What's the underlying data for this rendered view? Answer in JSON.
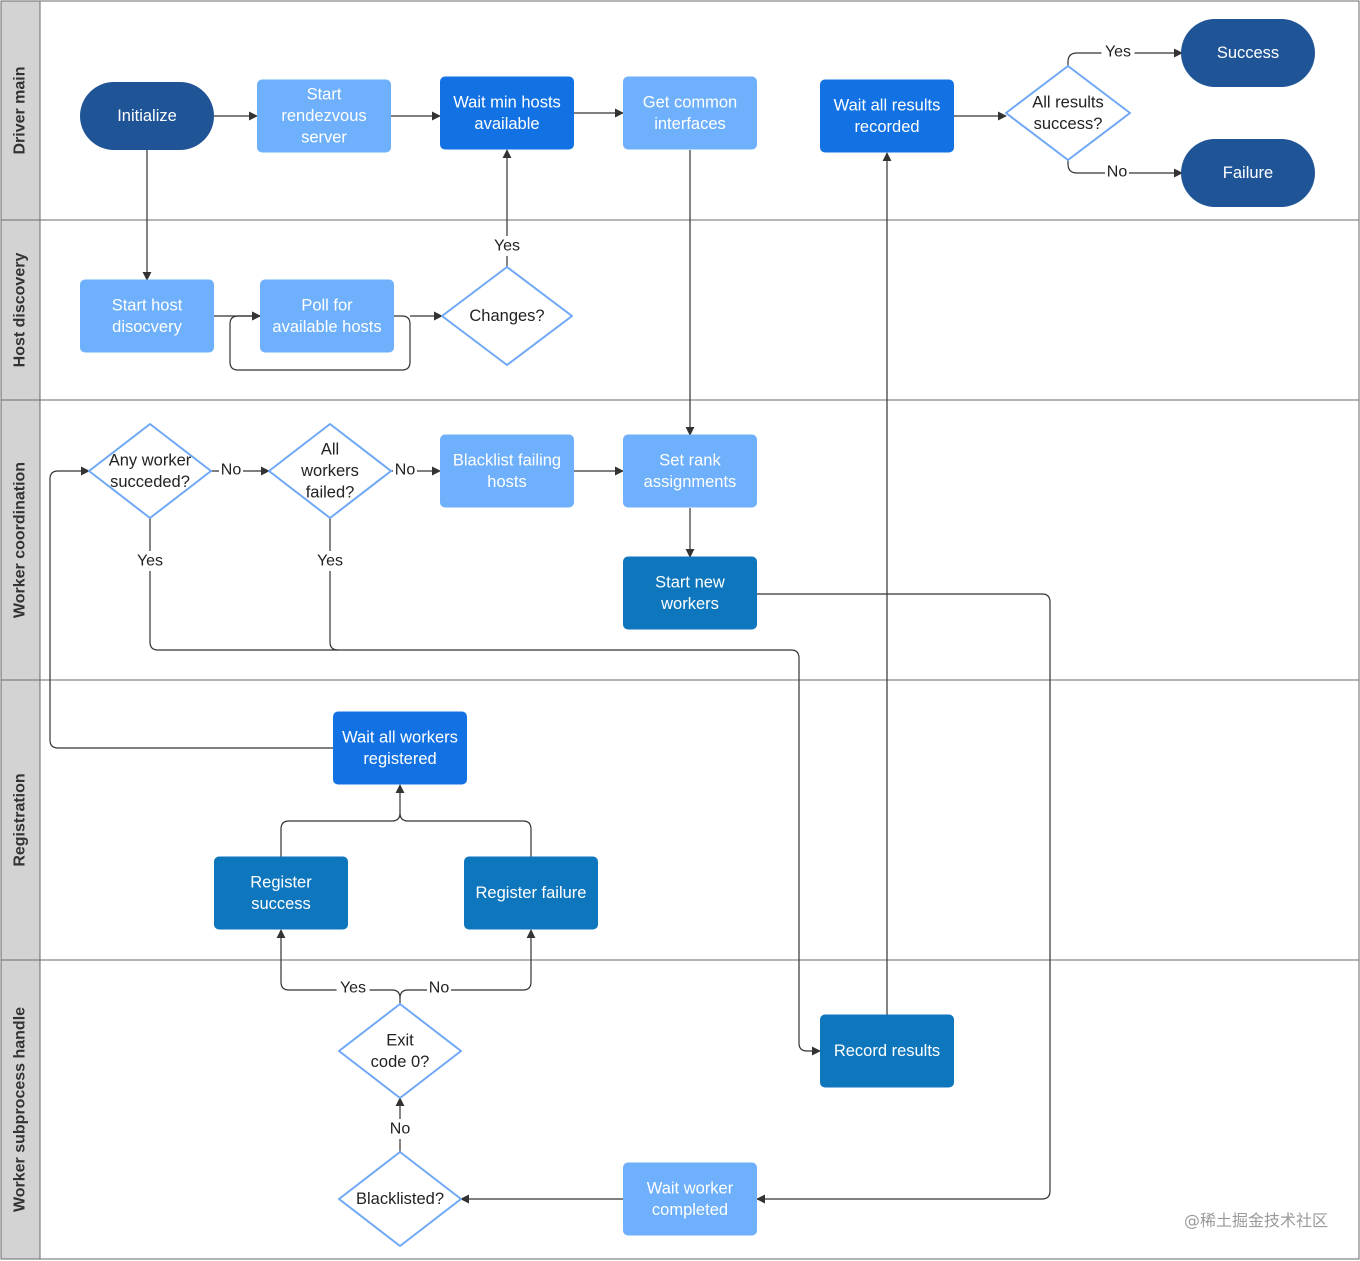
{
  "colors": {
    "terminal": "#1f5597",
    "light_process": "#6eb0fb",
    "primary_process": "#1272e3",
    "teal_process": "#0e76bd",
    "decision_border": "#6fa8f5",
    "lane_header": "#d3d3d3",
    "connector": "#333333"
  },
  "lanes": [
    {
      "id": "driver",
      "title": "Driver main"
    },
    {
      "id": "discovery",
      "title": "Host discovery"
    },
    {
      "id": "coordination",
      "title": "Worker coordination"
    },
    {
      "id": "registration",
      "title": "Registration"
    },
    {
      "id": "subprocess",
      "title": "Worker subprocess handle"
    }
  ],
  "nodes": {
    "initialize": {
      "kind": "terminal",
      "lines": [
        "Initialize"
      ]
    },
    "start_rendezvous": {
      "kind": "light",
      "lines": [
        "Start",
        "rendezvous",
        "server"
      ]
    },
    "wait_min_hosts": {
      "kind": "primary",
      "lines": [
        "Wait min hosts",
        "available"
      ]
    },
    "get_common_interfaces": {
      "kind": "light",
      "lines": [
        "Get common",
        "interfaces"
      ]
    },
    "wait_all_results": {
      "kind": "primary",
      "lines": [
        "Wait all results",
        "recorded"
      ]
    },
    "all_results_success": {
      "kind": "decision",
      "lines": [
        "All results",
        "success?"
      ]
    },
    "success": {
      "kind": "terminal",
      "lines": [
        "Success"
      ]
    },
    "failure": {
      "kind": "terminal",
      "lines": [
        "Failure"
      ]
    },
    "start_host_discovery": {
      "kind": "light",
      "lines": [
        "Start host",
        "disocvery"
      ]
    },
    "poll_hosts": {
      "kind": "light",
      "lines": [
        "Poll for",
        "available hosts"
      ]
    },
    "changes": {
      "kind": "decision",
      "lines": [
        "Changes?"
      ]
    },
    "any_worker_succeeded": {
      "kind": "decision",
      "lines": [
        "Any worker",
        "succeded?"
      ]
    },
    "all_workers_failed": {
      "kind": "decision",
      "lines": [
        "All",
        "workers",
        "failed?"
      ]
    },
    "blacklist_failing": {
      "kind": "light",
      "lines": [
        "Blacklist failing",
        "hosts"
      ]
    },
    "set_rank": {
      "kind": "light",
      "lines": [
        "Set rank",
        "assignments"
      ]
    },
    "start_new_workers": {
      "kind": "teal",
      "lines": [
        "Start new",
        "workers"
      ]
    },
    "wait_all_registered": {
      "kind": "primary",
      "lines": [
        "Wait all workers",
        "registered"
      ]
    },
    "register_success": {
      "kind": "teal",
      "lines": [
        "Register",
        "success"
      ]
    },
    "register_failure": {
      "kind": "teal",
      "lines": [
        "Register failure"
      ]
    },
    "record_results": {
      "kind": "teal",
      "lines": [
        "Record results"
      ]
    },
    "exit_code": {
      "kind": "decision",
      "lines": [
        "Exit",
        "code 0?"
      ]
    },
    "blacklisted": {
      "kind": "decision",
      "lines": [
        "Blacklisted?"
      ]
    },
    "wait_worker_completed": {
      "kind": "light",
      "lines": [
        "Wait worker",
        "completed"
      ]
    }
  },
  "edge_labels": {
    "yes": "Yes",
    "no": "No"
  },
  "watermark": "@稀土掘金技术社区"
}
